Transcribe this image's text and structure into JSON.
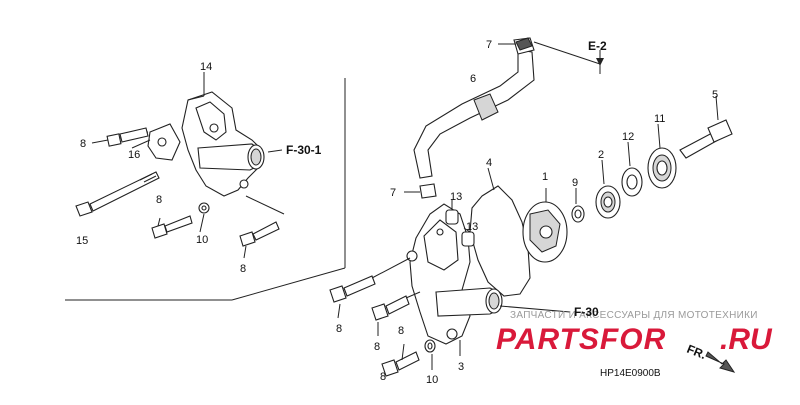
{
  "part_numbers": {
    "n1": "1",
    "n2": "2",
    "n3": "3",
    "n4": "4",
    "n5": "5",
    "n6": "6",
    "n7": "7",
    "n8": "8",
    "n10": "10",
    "n11": "11",
    "n12": "12",
    "n13": "13",
    "n14": "14",
    "n15": "15",
    "n16": "16",
    "n9": "9"
  },
  "references": {
    "f30_1": "F-30-1",
    "f30": "F-30",
    "e2": "E-2",
    "fr": "FR."
  },
  "diagram_code": "HP14E0900B",
  "watermark": {
    "top_text": "ЗАПЧАСТИ И АКСЕССУАРЫ ДЛЯ МОТОТЕХНИКИ",
    "logo": "PARTSFOR",
    "suffix": ".RU"
  },
  "colors": {
    "watermark_red": "#d9193a",
    "line": "#222222"
  }
}
